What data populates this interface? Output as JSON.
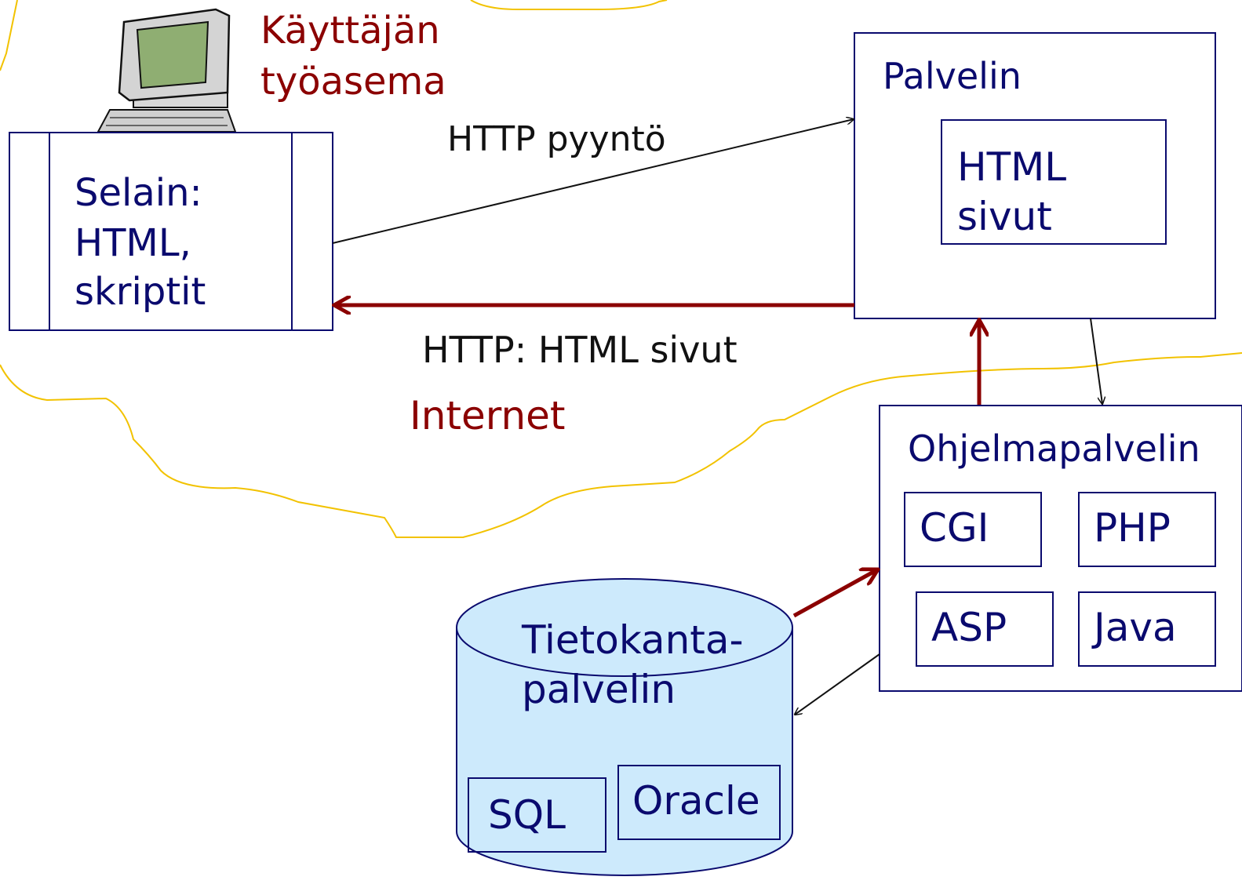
{
  "workstation": {
    "label_line1": "Käyttäjän",
    "label_line2": "työasema",
    "icon": "computer-icon"
  },
  "browser": {
    "line1": "Selain:",
    "line2": "HTML,",
    "line3": "skriptit"
  },
  "server": {
    "title": "Palvelin",
    "inner_line1": "HTML",
    "inner_line2": "sivut"
  },
  "request": {
    "label": "HTTP pyyntö"
  },
  "response": {
    "label": "HTTP: HTML sivut"
  },
  "internet": {
    "label": "Internet"
  },
  "app_server": {
    "title": "Ohjelmapalvelin",
    "components": [
      "CGI",
      "PHP",
      "ASP",
      "Java"
    ]
  },
  "database": {
    "line1": "Tietokanta-",
    "line2": "palvelin",
    "items": [
      "SQL",
      "Oracle"
    ]
  },
  "colors": {
    "text": "#0a0a6e",
    "accent": "#8b0000",
    "cloud": "#f2c200",
    "db_fill": "#cdeafc"
  }
}
